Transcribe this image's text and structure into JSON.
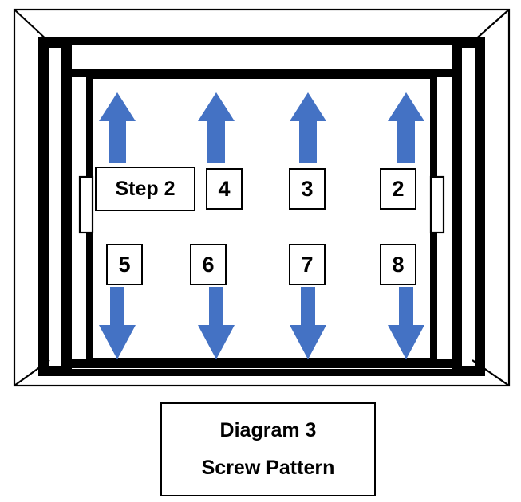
{
  "diagram": {
    "title": "Diagram 3",
    "subtitle": "Screw Pattern",
    "colors": {
      "arrow_blue": "#4472C4",
      "frame_black": "#000000",
      "background": "#FFFFFF"
    },
    "step_label": "Step 2",
    "top_row_labels": [
      "4",
      "3",
      "2"
    ],
    "bottom_row_labels": [
      "5",
      "6",
      "7",
      "8"
    ],
    "arrows": {
      "up_count": 4,
      "down_count": 4,
      "up_direction": "up",
      "down_direction": "down"
    },
    "screw_sequence": [
      "Step 2",
      "4",
      "3",
      "2",
      "5",
      "6",
      "7",
      "8"
    ],
    "frame_parts": {
      "outer_casing": "outer-casing",
      "left_jamb": "left-jamb",
      "right_jamb": "right-jamb",
      "head_jamb": "head-jamb",
      "sill": "sill",
      "left_latch": "left-latch",
      "right_latch": "right-latch",
      "door_panel": "door-panel"
    }
  }
}
